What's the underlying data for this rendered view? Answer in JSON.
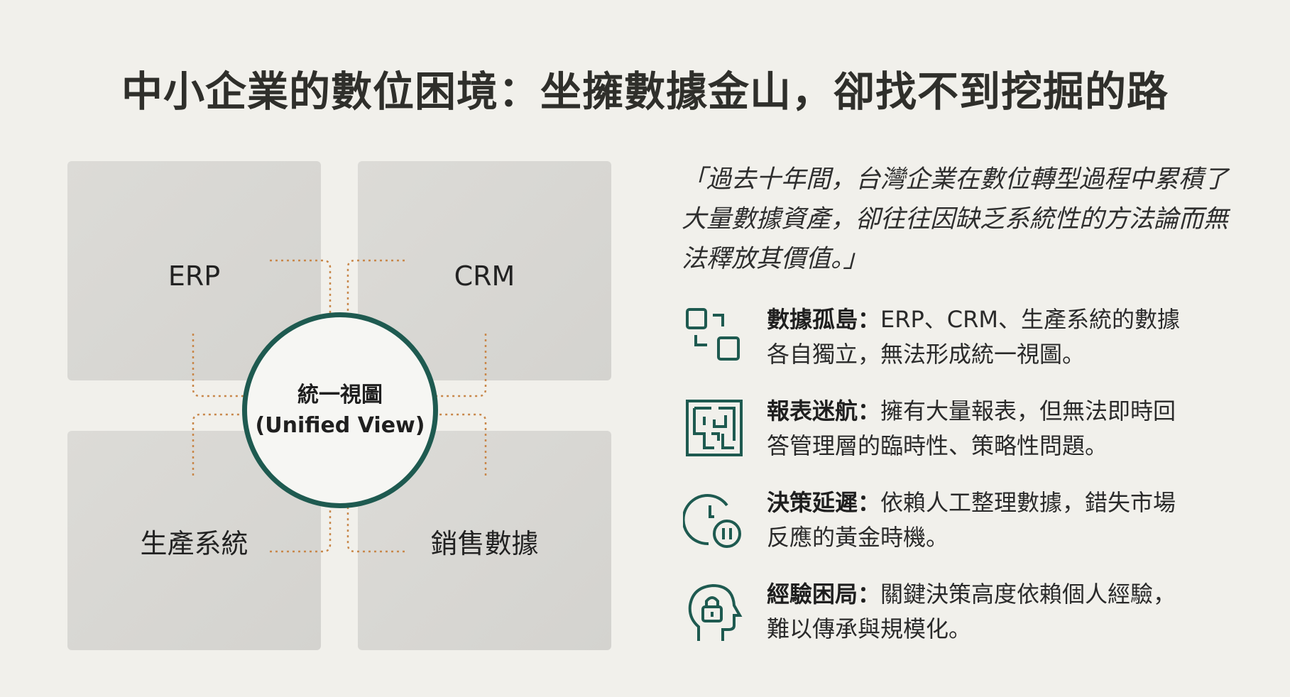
{
  "title": "中小企業的數位困境：坐擁數據金山，卻找不到挖掘的路",
  "diagram": {
    "boxes": [
      "ERP",
      "CRM",
      "生產系統",
      "銷售數據"
    ],
    "hub_line1": "統一視圖",
    "hub_line2": "(Unified View)"
  },
  "quote": "「過去十年間，台灣企業在數位轉型過程中累積了大量數據資產，卻往往因缺乏系統性的方法論而無法釋放其價值。」",
  "items": [
    {
      "icon": "data-silo-icon",
      "label": "數據孤島：",
      "text": "ERP、CRM、生產系統的數據各自獨立，無法形成統一視圖。"
    },
    {
      "icon": "maze-icon",
      "label": "報表迷航：",
      "text": "擁有大量報表，但無法即時回答管理層的臨時性、策略性問題。"
    },
    {
      "icon": "clock-pause-icon",
      "label": "決策延遲：",
      "text": "依賴人工整理數據，錯失市場反應的黃金時機。"
    },
    {
      "icon": "head-lock-icon",
      "label": "經驗困局：",
      "text": "關鍵決策高度依賴個人經驗，難以傳承與規模化。"
    }
  ],
  "colors": {
    "accent": "#1e5a50",
    "connector": "#c8874a",
    "background": "#f1f0eb"
  }
}
